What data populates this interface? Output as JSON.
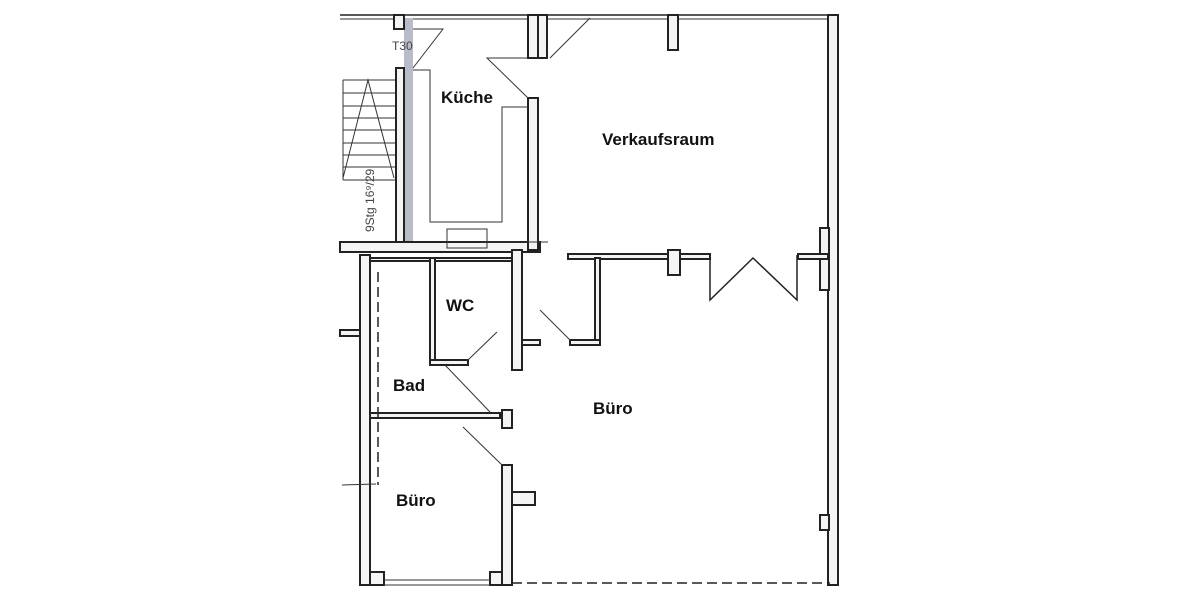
{
  "plan": {
    "rooms": {
      "kitchen": "Küche",
      "sales_room": "Verkaufsraum",
      "wc": "WC",
      "bath": "Bad",
      "office_main": "Büro",
      "office_small": "Büro"
    },
    "annotations": {
      "fire_door": "T30",
      "stairs": "9Stg 16⁹/29"
    },
    "colors": {
      "wall_line": "#222222",
      "highlight_strip": "#b8bcc8"
    }
  }
}
